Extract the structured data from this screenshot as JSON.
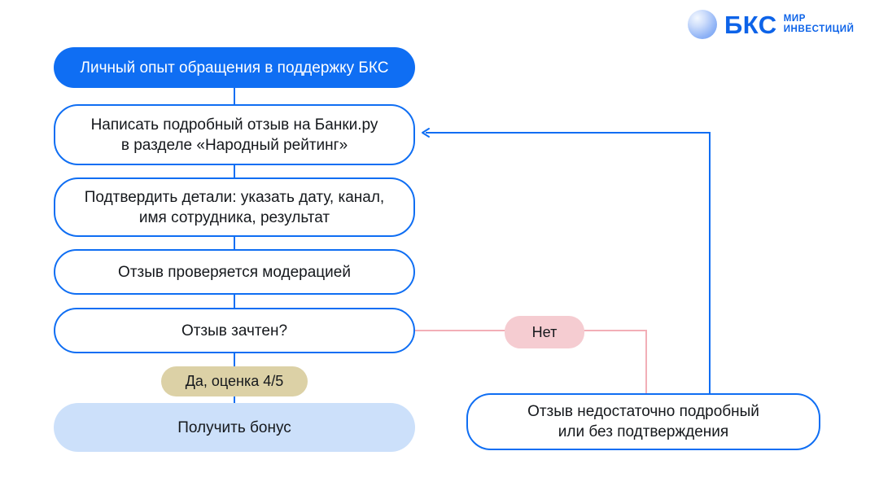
{
  "logo": {
    "brand": "БКС",
    "tagline_line1": "МИР",
    "tagline_line2": "ИНВЕСТИЦИЙ"
  },
  "flow": {
    "start": {
      "label": "Личный опыт обращения в поддержку БКС"
    },
    "write_review": {
      "label": "Написать подробный отзыв на Банки.ру\nв разделе «Народный рейтинг»"
    },
    "confirm_details": {
      "label": "Подтвердить детали: указать дату, канал,\nимя сотрудника, результат"
    },
    "moderation": {
      "label": "Отзыв проверяется модерацией"
    },
    "decision": {
      "label": "Отзыв зачтен?"
    },
    "no_branch": {
      "label": "Нет"
    },
    "yes_branch": {
      "label": "Да, оценка 4/5"
    },
    "bonus": {
      "label": "Получить бонус"
    },
    "rejected": {
      "label": "Отзыв недостаточно подробный\nили без подтверждения"
    }
  },
  "colors": {
    "accent_blue": "#0f6ef3",
    "light_blue_fill": "#cce0fa",
    "pink_fill": "#f5ccd1",
    "pink_line": "#f2afb7",
    "beige_fill": "#dcd1a6",
    "logo_blue": "#0d63e8",
    "text_dark": "#15181c"
  }
}
